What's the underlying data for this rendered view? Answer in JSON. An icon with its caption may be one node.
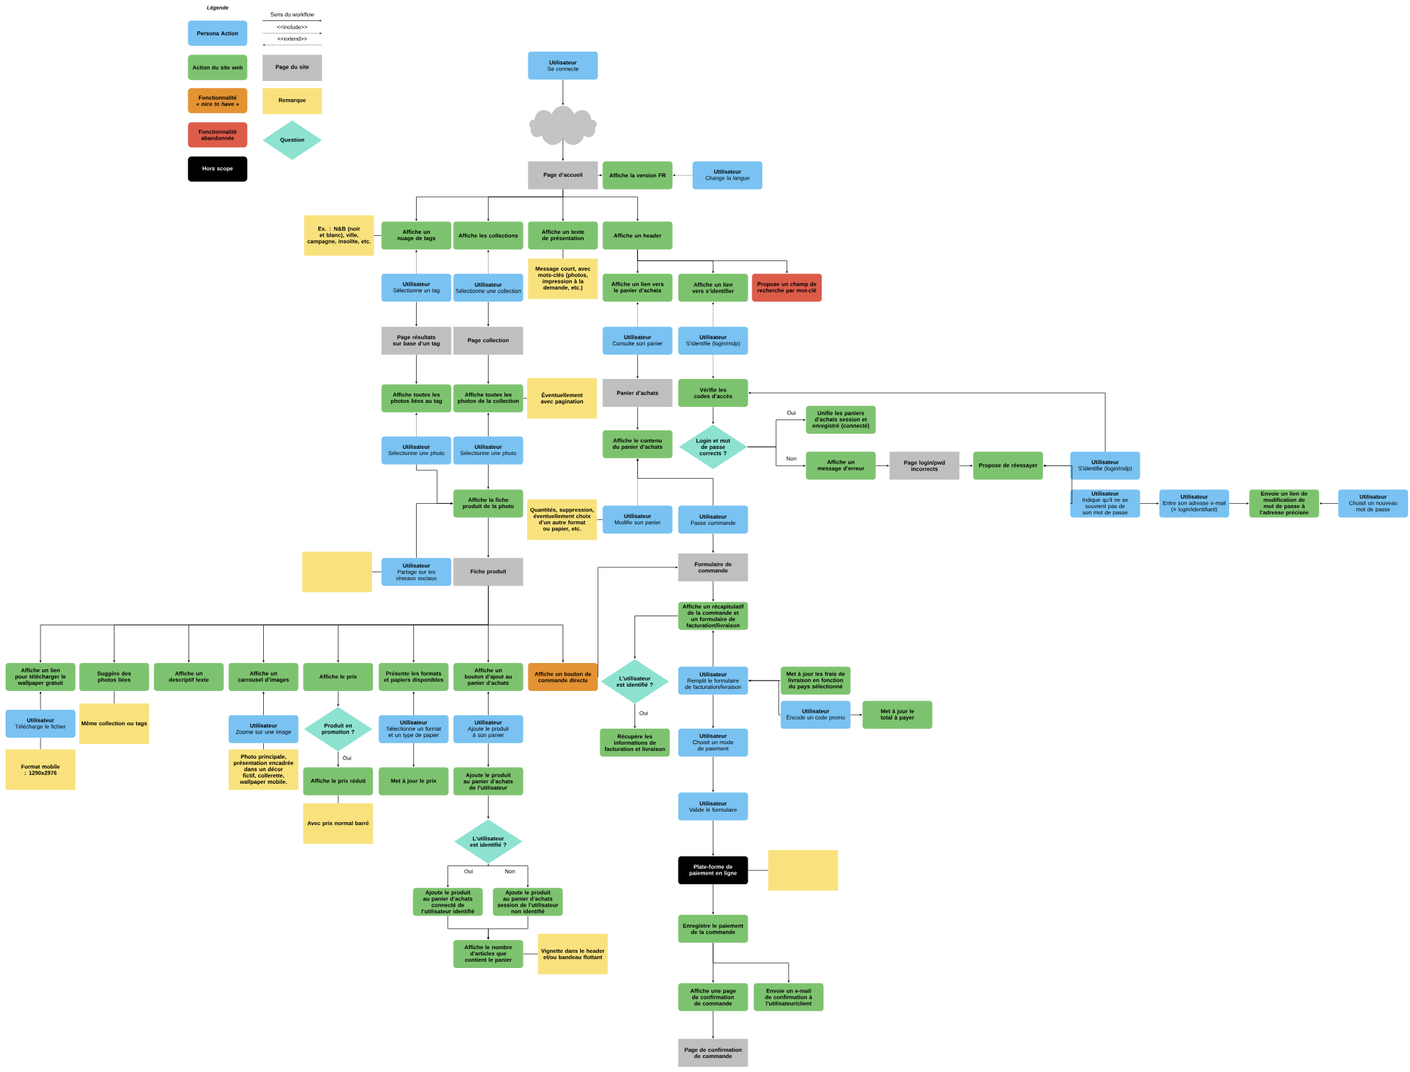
{
  "diagram": {
    "nodes": [
      {
        "text": [
          "Utilisateur",
          "Se connecte"
        ]
      },
      {
        "text": [],
        "shape": "cloud"
      },
      {
        "text": [
          "Page d’accueil"
        ]
      },
      {
        "text": [
          "Affiche la version FR"
        ]
      },
      {
        "text": [
          "Utilisateur",
          "Change la langue"
        ]
      },
      {
        "text": [
          "Affiche un nuage de tags"
        ]
      },
      {
        "text": [
          "Affiche les collections"
        ]
      },
      {
        "text": [
          "Affiche un texte de présentation"
        ]
      },
      {
        "text": [
          "Affiche un header"
        ]
      },
      {
        "text": [
          "Ex. : N&B (noir et blanc), ville, campagne, insolite, etc."
        ]
      },
      {
        "text": [
          "Message court, avec mots-clés (photos, impression à la demande, etc.)"
        ]
      },
      {
        "text": [
          "Utilisateur",
          "Sélectionne un tag"
        ]
      },
      {
        "text": [
          "Utilisateur",
          "Sélectionne une collection"
        ]
      },
      {
        "text": [
          "Affiche un lien vers le panier d’achats"
        ]
      },
      {
        "text": [
          "Affiche un lien vers s’identifier"
        ]
      },
      {
        "text": [
          "Propose un champ de recherche par mot-clé"
        ]
      },
      {
        "text": [
          "Page résultats sur base d’un tag"
        ]
      },
      {
        "text": [
          "Page collection"
        ]
      },
      {
        "text": [
          "Utilisateur",
          "Consulte son panier"
        ]
      },
      {
        "text": [
          "Utilisateur",
          "S’identifie (login/mdp)"
        ]
      },
      {
        "text": [
          "Affiche toutes les photos liées au tag"
        ]
      },
      {
        "text": [
          "Affiche toutes les photos de la collection"
        ]
      },
      {
        "text": [
          "Éventuellement avec pagination"
        ]
      },
      {
        "text": [
          "Panier d’achats"
        ]
      },
      {
        "text": [
          "Vérifie les codes d’accès"
        ]
      },
      {
        "text": [
          "Unifie les paniers d’achats session et enregistré (connecté)"
        ]
      },
      {
        "text": [
          "Login et mot de passe corrects ?"
        ]
      },
      {
        "text": [
          "Affiche le contenu du panier d’achats"
        ]
      },
      {
        "text": [
          "Utilisateur",
          "Sélectionne une photo"
        ]
      },
      {
        "text": [
          "Utilisateur",
          "Sélectionne une photo"
        ]
      },
      {
        "text": [
          "Affiche un message d’erreur"
        ]
      },
      {
        "text": [
          "Page login/pwd incorrects"
        ]
      },
      {
        "text": [
          "Propose de réessayer"
        ]
      },
      {
        "text": [
          "Utilisateur",
          "S’identifie (login/mdp)"
        ]
      },
      {
        "text": [
          "Affiche la fiche produit de la photo"
        ]
      },
      {
        "text": [
          "Quantités, suppression, éventuellement choix d’un autre format ou papier, etc."
        ]
      },
      {
        "text": [
          "Utilisateur",
          "Modifie son panier"
        ]
      },
      {
        "text": [
          "Utilisateur",
          "Passe commande"
        ]
      },
      {
        "text": [
          "Utilisateur",
          "Indique qu’il ne se souvient pas de son mot de passe"
        ]
      },
      {
        "text": [
          "Utilisateur",
          "Entre son adresse e-mail (= login/identifiant)"
        ]
      },
      {
        "text": [
          "Envoie un lien de modification de mot de passe à l’adresse précisée"
        ]
      },
      {
        "text": [
          "Utilisateur",
          "Choisit un nouveau mot de passe"
        ]
      },
      {
        "text": [],
        "shape": "box"
      },
      {
        "text": [
          "Utilisateur",
          "Partage sur les réseaux sociaux"
        ]
      },
      {
        "text": [
          "Fiche produit"
        ]
      },
      {
        "text": [
          "Formulaire de commande"
        ]
      },
      {
        "text": [
          "Affiche un récapitulatif de la commande et un formulaire de facturation/livraison"
        ]
      },
      {
        "text": [
          "Affiche un lien pour télécharger le wallpaper gratuit"
        ]
      },
      {
        "text": [
          "Suggère des photos liées"
        ]
      },
      {
        "text": [
          "Affiche un descriptif texte"
        ]
      },
      {
        "text": [
          "Affiche un carrousel d’images"
        ]
      },
      {
        "text": [
          "Affiche le prix"
        ]
      },
      {
        "text": [
          "Présente les formats et papiers disponibles"
        ]
      },
      {
        "text": [
          "Affiche un bouton d’ajout au panier d’achats"
        ]
      },
      {
        "text": [
          "Affiche un bouton de commande directe"
        ]
      },
      {
        "text": [
          "L’utilisateur est identifié ?"
        ]
      },
      {
        "text": [
          "Utilisateur",
          "Remplit le formulaire de facturation/livraison"
        ]
      },
      {
        "text": [
          "Met à jour les frais de livraison en fonction du pays sélectionné"
        ]
      },
      {
        "text": [
          "Utilisateur",
          "Télécharge le fichier"
        ]
      },
      {
        "text": [
          "Même collection ou tags"
        ]
      },
      {
        "text": [
          "Utilisateur",
          "Zoome sur une image"
        ]
      },
      {
        "text": [
          "Produit en promotion ?"
        ]
      },
      {
        "text": [
          "Utilisateur",
          "Sélectionne un format et un type de papier"
        ]
      },
      {
        "text": [
          "Utilisateur",
          "Ajoute le produit à son panier"
        ]
      },
      {
        "text": [
          "Utilisateur",
          "Encode un code promo"
        ]
      },
      {
        "text": [
          "Met à jour le total à payer"
        ]
      },
      {
        "text": [
          "Récupère les informations de facturation et livraison"
        ]
      },
      {
        "text": [
          "Utilisateur",
          "Choisit un mode de paiement"
        ]
      },
      {
        "text": [
          "Format mobile : 1290x2976"
        ]
      },
      {
        "text": [
          "Photo principale, présentation encadrée dans un décor fictif, collerette, wallpaper mobile."
        ]
      },
      {
        "text": [
          "Affiche le prix réduit"
        ]
      },
      {
        "text": [
          "Met à jour le prix"
        ]
      },
      {
        "text": [
          "Ajoute le produit au panier d’achats de l’utilisateur"
        ]
      },
      {
        "text": [
          "Utilisateur",
          "Valide le formulaire"
        ]
      },
      {
        "text": [
          "Avec prix normal barré"
        ]
      },
      {
        "text": [
          "L’utilisateur est identifié ?"
        ]
      },
      {
        "text": [
          "Plate-forme de paiement en ligne"
        ]
      },
      {
        "text": [],
        "shape": "box"
      },
      {
        "text": [
          "Ajoute le produit au panier d’achats connecté de l’utilisateur identifié"
        ]
      },
      {
        "text": [
          "Ajoute le produit au panier d’achats session de l’utilisateur non identifié"
        ]
      },
      {
        "text": [
          "Enregistre le paiement de la commande"
        ]
      },
      {
        "text": [
          "Affiche le nombre d’articles que contient le panier"
        ]
      },
      {
        "text": [
          "Vignette dans le header et/ou bandeau flottant"
        ]
      },
      {
        "text": [
          "Affiche une page de confirmation de commande"
        ]
      },
      {
        "text": [
          "Envoie un e-mail de confirmation à l’utilisateur/client"
        ]
      },
      {
        "text": [
          "Page de confirmation de commande"
        ]
      }
    ],
    "edges": [
      {
        "from": 0,
        "to": 1,
        "arrow": "to"
      },
      {
        "from": 1,
        "to": 2,
        "arrow": "to"
      },
      {
        "from": 2,
        "to": 3,
        "arrow": "to"
      },
      {
        "from": 4,
        "to": 3,
        "arrow": "to",
        "style": "dashed"
      },
      {
        "from": 2,
        "to": 5,
        "arrow": "to"
      },
      {
        "from": 2,
        "to": 6,
        "arrow": "to"
      },
      {
        "from": 2,
        "to": 7,
        "arrow": "to"
      },
      {
        "from": 2,
        "to": 8,
        "arrow": "to"
      },
      {
        "from": 9,
        "to": 5,
        "arrow": "none"
      },
      {
        "from": 7,
        "to": 10,
        "arrow": "none"
      },
      {
        "from": 11,
        "to": 5,
        "arrow": "to",
        "style": "dashed"
      },
      {
        "from": 12,
        "to": 6,
        "arrow": "to",
        "style": "dashed"
      },
      {
        "from": 11,
        "to": 16,
        "arrow": "to"
      },
      {
        "from": 12,
        "to": 17,
        "arrow": "to"
      },
      {
        "from": 16,
        "to": 20,
        "arrow": "to"
      },
      {
        "from": 17,
        "to": 21,
        "arrow": "to"
      },
      {
        "from": 21,
        "to": 22,
        "arrow": "none"
      },
      {
        "from": 28,
        "to": 20,
        "arrow": "to",
        "style": "dashed"
      },
      {
        "from": 29,
        "to": 21,
        "arrow": "to"
      },
      {
        "from": 28,
        "to": 34,
        "arrow": "to"
      },
      {
        "from": 29,
        "to": 34,
        "arrow": "to"
      },
      {
        "from": 43,
        "to": 34,
        "arrow": "to"
      },
      {
        "from": 34,
        "to": 44,
        "arrow": "to"
      },
      {
        "from": 42,
        "to": 43,
        "arrow": "none"
      },
      {
        "from": 8,
        "to": 13,
        "arrow": "to"
      },
      {
        "from": 8,
        "to": 14,
        "arrow": "to"
      },
      {
        "from": 8,
        "to": 15,
        "arrow": "to"
      },
      {
        "from": 18,
        "to": 13,
        "arrow": "to",
        "style": "dashed"
      },
      {
        "from": 19,
        "to": 14,
        "arrow": "to",
        "style": "dashed"
      },
      {
        "from": 18,
        "to": 23,
        "arrow": "to"
      },
      {
        "from": 19,
        "to": 24,
        "arrow": "to",
        "style": "dashed"
      },
      {
        "from": 23,
        "to": 27,
        "arrow": "to"
      },
      {
        "from": 24,
        "to": 26,
        "arrow": "to"
      },
      {
        "from": 26,
        "to": 25,
        "arrow": "to",
        "label": "Oui"
      },
      {
        "from": 26,
        "to": 30,
        "arrow": "to",
        "label": "Non"
      },
      {
        "from": 30,
        "to": 31,
        "arrow": "to"
      },
      {
        "from": 31,
        "to": 32,
        "arrow": "to"
      },
      {
        "from": 33,
        "to": 32,
        "arrow": "to",
        "style": "dashed"
      },
      {
        "from": 38,
        "to": 32,
        "arrow": "to"
      },
      {
        "from": 33,
        "to": 24,
        "arrow": "to"
      },
      {
        "from": 38,
        "to": 39,
        "arrow": "to"
      },
      {
        "from": 39,
        "to": 40,
        "arrow": "to"
      },
      {
        "from": 41,
        "to": 40,
        "arrow": "to"
      },
      {
        "from": 36,
        "to": 27,
        "arrow": "to",
        "style": "dashed"
      },
      {
        "from": 37,
        "to": 27,
        "arrow": "to"
      },
      {
        "from": 35,
        "to": 36,
        "arrow": "none"
      },
      {
        "from": 37,
        "to": 45,
        "arrow": "to"
      },
      {
        "from": 44,
        "to": 47,
        "arrow": "to"
      },
      {
        "from": 44,
        "to": 48,
        "arrow": "to"
      },
      {
        "from": 44,
        "to": 49,
        "arrow": "to"
      },
      {
        "from": 44,
        "to": 50,
        "arrow": "to"
      },
      {
        "from": 44,
        "to": 51,
        "arrow": "to"
      },
      {
        "from": 44,
        "to": 52,
        "arrow": "to"
      },
      {
        "from": 44,
        "to": 53,
        "arrow": "to"
      },
      {
        "from": 44,
        "to": 54,
        "arrow": "to"
      },
      {
        "from": 54,
        "to": 45,
        "arrow": "to"
      },
      {
        "from": 45,
        "to": 46,
        "arrow": "to"
      },
      {
        "from": 46,
        "to": 55,
        "arrow": "to"
      },
      {
        "from": 55,
        "to": 66,
        "arrow": "to",
        "label": "Oui"
      },
      {
        "from": 56,
        "to": 46,
        "arrow": "to"
      },
      {
        "from": 57,
        "to": 56,
        "arrow": "to"
      },
      {
        "from": 64,
        "to": 56,
        "arrow": "to"
      },
      {
        "from": 64,
        "to": 65,
        "arrow": "to"
      },
      {
        "from": 56,
        "to": 67,
        "arrow": "to"
      },
      {
        "from": 67,
        "to": 73,
        "arrow": "to"
      },
      {
        "from": 73,
        "to": 76,
        "arrow": "to"
      },
      {
        "from": 76,
        "to": 77,
        "arrow": "none"
      },
      {
        "from": 76,
        "to": 80,
        "arrow": "to"
      },
      {
        "from": 80,
        "to": 83,
        "arrow": "to"
      },
      {
        "from": 80,
        "to": 84,
        "arrow": "to"
      },
      {
        "from": 83,
        "to": 85,
        "arrow": "to"
      },
      {
        "from": 58,
        "to": 47,
        "arrow": "to"
      },
      {
        "from": 58,
        "to": 68,
        "arrow": "none"
      },
      {
        "from": 48,
        "to": 59,
        "arrow": "none"
      },
      {
        "from": 60,
        "to": 50,
        "arrow": "to"
      },
      {
        "from": 60,
        "to": 69,
        "arrow": "none"
      },
      {
        "from": 51,
        "to": 61,
        "arrow": "to"
      },
      {
        "from": 61,
        "to": 70,
        "arrow": "to",
        "label": "Oui"
      },
      {
        "from": 70,
        "to": 74,
        "arrow": "none"
      },
      {
        "from": 62,
        "to": 52,
        "arrow": "to"
      },
      {
        "from": 62,
        "to": 71,
        "arrow": "to"
      },
      {
        "from": 63,
        "to": 53,
        "arrow": "to"
      },
      {
        "from": 63,
        "to": 72,
        "arrow": "to"
      },
      {
        "from": 72,
        "to": 75,
        "arrow": "to"
      },
      {
        "from": 75,
        "to": 78,
        "arrow": "to",
        "label": "Oui"
      },
      {
        "from": 75,
        "to": 79,
        "arrow": "to",
        "label": "Non"
      },
      {
        "from": 78,
        "to": 81,
        "arrow": "to"
      },
      {
        "from": 79,
        "to": 81,
        "arrow": "to"
      },
      {
        "from": 81,
        "to": 82,
        "arrow": "none"
      }
    ],
    "labels": [
      "Légende"
    ],
    "legend": [
      {
        "text": "Persona Action",
        "color": "#79c2f2"
      },
      {
        "text": "Action du site web",
        "color": "#7dc36f"
      },
      {
        "text": "Fonctionnalité *« nice to have »*",
        "color": "#e39334"
      },
      {
        "text": "Fonctionnalité abandonnée",
        "color": "#dc5c4a"
      },
      {
        "text": "Hors scope",
        "color": "#000000"
      },
      {
        "text": "Sens du workflow"
      },
      {
        "text": "<<include>>"
      },
      {
        "text": "<<extend>>"
      },
      {
        "text": "Page du site",
        "color": "#bfbfbf"
      },
      {
        "text": "Remarque",
        "color": "#f9e27d"
      },
      {
        "text": "Question",
        "color": "#8de2d0"
      }
    ]
  }
}
